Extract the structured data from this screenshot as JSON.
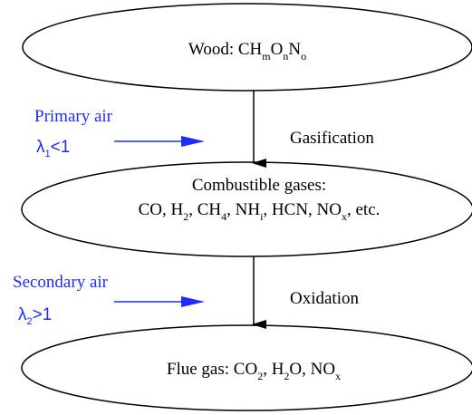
{
  "colors": {
    "text": "#000000",
    "air_blue": "#1f2cff",
    "stroke": "#000000",
    "background": "#ffffff"
  },
  "nodes": {
    "wood": {
      "prefix": "Wood: CH",
      "sub_m": "m",
      "o": "O",
      "sub_n": "n",
      "n_letter": "N",
      "sub_o": "o"
    },
    "gases": {
      "line1": "Combustible gases:",
      "co": "CO, H",
      "sub_2": "2",
      "ch": ", CH",
      "sub_4": "4",
      "nh": ", NH",
      "sub_i": "i",
      "hcn": ", HCN, NO",
      "sub_x": "x",
      "etc": ", etc."
    },
    "flue": {
      "prefix": "Flue gas: CO",
      "sub_2a": "2",
      "h": ", H",
      "sub_2b": "2",
      "o_no": "O, NO",
      "sub_x": "x"
    }
  },
  "steps": {
    "gasification": "Gasification",
    "oxidation": "Oxidation"
  },
  "air_inputs": {
    "primary": {
      "label": "Primary air",
      "lambda": "λ",
      "sub": "1",
      "relation": "<1"
    },
    "secondary": {
      "label": "Secondary air",
      "lambda": "λ",
      "sub": "2",
      "relation": ">1"
    }
  }
}
